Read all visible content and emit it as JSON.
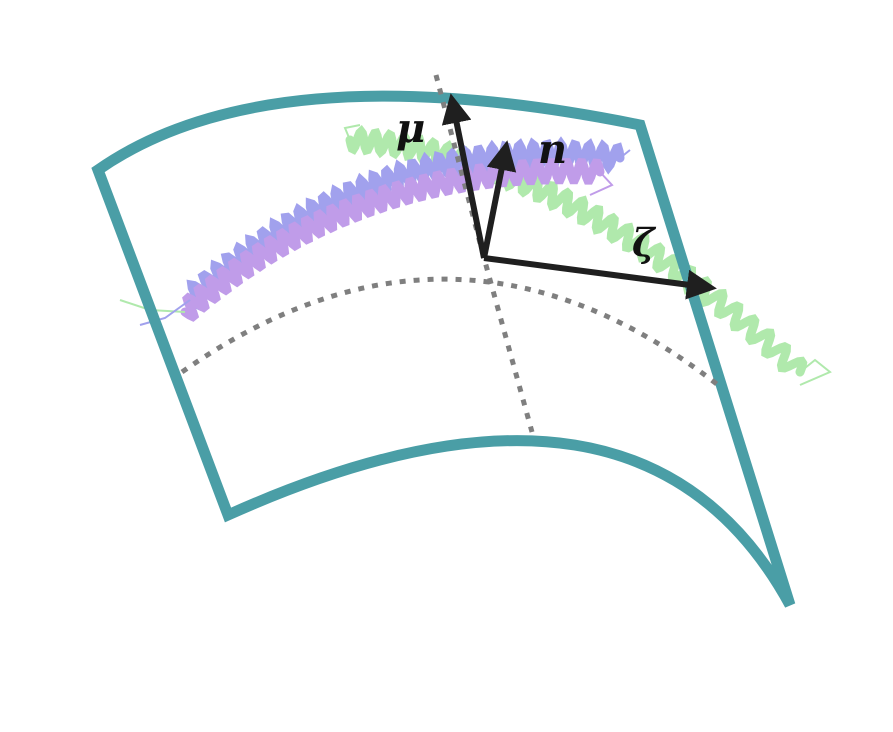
{
  "labels": {
    "mu": "μ",
    "n": "n",
    "zeta": "ζ"
  },
  "colors": {
    "surface_outline": "#4a9ea6",
    "guide_lines": "#7f7f7f",
    "vectors": "#1f1f1f",
    "helix_blue": "#7a7ae6",
    "helix_purple": "#a673e0",
    "helix_green": "#8fe08a"
  },
  "icons": {
    "protein": "coiled-coil-protein-icon"
  }
}
